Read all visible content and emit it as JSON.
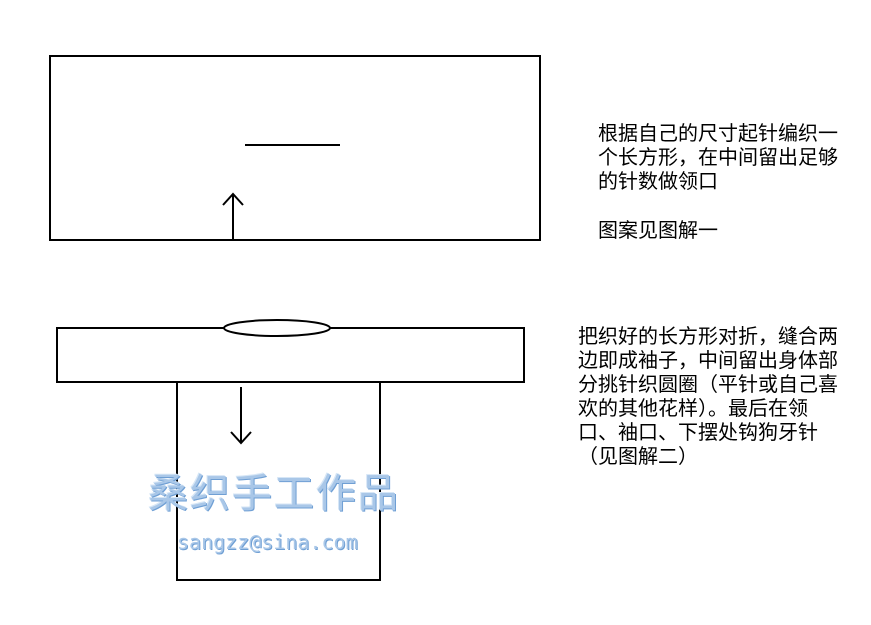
{
  "step1": {
    "instruction": "根据自己的尺寸起针编织一个长方形，在中间留出足够的针数做领口",
    "reference": "图案见图解一"
  },
  "step2": {
    "instruction": "把织好的长方形对折，缝合两边即成袖子，中间留出身体部分挑针织圆圈（平针或自己喜欢的其他花样）。最后在领口、袖口、下摆处钩狗牙针（见图解二）"
  },
  "watermark": {
    "title": "桑织手工作品",
    "email": "sangzz@sina.com"
  },
  "colors": {
    "line": "#000000",
    "watermark": "#a9c7e8"
  }
}
